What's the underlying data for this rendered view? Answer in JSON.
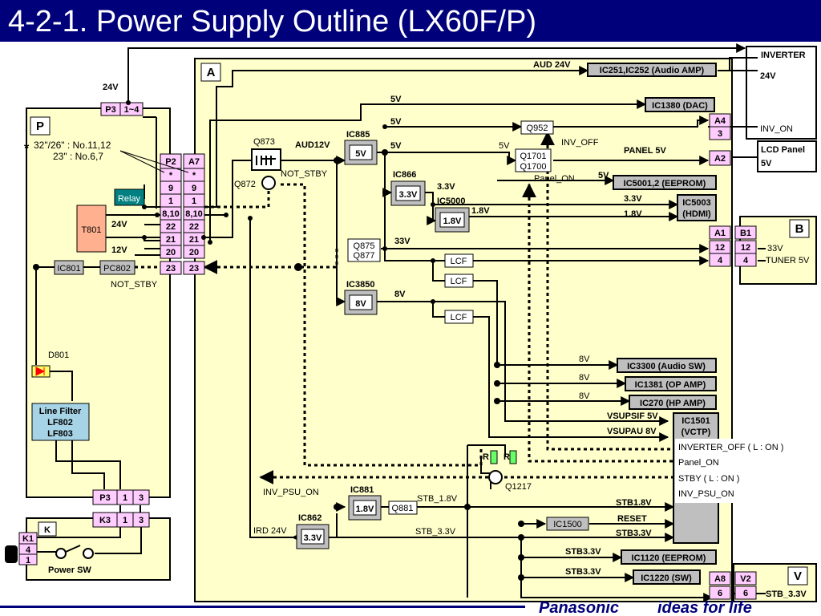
{
  "title": "4-2-1. Power Supply Outline (LX60F/P)",
  "colors": {
    "title_bg": "#00007a",
    "board_bg": "#ffffcc",
    "pin_pink": "#ffccff",
    "ic_gray": "#bfbfbf",
    "relay_teal": "#008080",
    "t801_salmon": "#ffb18f",
    "line_filter_blue": "#a6d4e6",
    "d801_yellow": "#ffff66"
  },
  "boards": {
    "A": "A",
    "P": "P",
    "B": "B",
    "V": "V",
    "K": "K"
  },
  "inverter": {
    "title": "INVERTER",
    "v24": "24V",
    "inv_on": "INV_ON"
  },
  "lcd_panel": {
    "title": "LCD Panel",
    "v5": "5V"
  },
  "p_board": {
    "v24_top": "24V",
    "p3_top": "P3",
    "p3_top_pins": "1~4",
    "note_star": "*",
    "note_line1": "32\"/26\" : No.11,12",
    "note_line2": "23\" : No.6,7",
    "relay": "Relay",
    "t801": "T801",
    "out_24v": "24V",
    "out_12v": "12V",
    "ic801": "IC801",
    "pc802": "PC802",
    "not_stby": "NOT_STBY",
    "d801": "D801",
    "line_filter": [
      "Line Filter",
      "LF802",
      "LF803"
    ],
    "p3_bottom": "P3",
    "p3_bottom_pins": [
      "1",
      "3"
    ]
  },
  "connectors": {
    "p2": {
      "name": "P2",
      "pins": [
        "*",
        "9",
        "1",
        "8,10",
        "22",
        "21",
        "20",
        "23"
      ]
    },
    "a7": {
      "name": "A7",
      "pins": [
        "*",
        "9",
        "1",
        "8,10",
        "22",
        "21",
        "20",
        "23"
      ]
    },
    "a4": {
      "name": "A4",
      "pins": [
        "3"
      ]
    },
    "a2": {
      "name": "A2"
    },
    "a1": {
      "name": "A1",
      "pins": [
        "12",
        "4"
      ]
    },
    "b1": {
      "name": "B1",
      "pins": [
        "12",
        "4"
      ]
    },
    "a8": {
      "name": "A8",
      "pins": [
        "6"
      ]
    },
    "v2": {
      "name": "V2",
      "pins": [
        "6"
      ]
    },
    "k3": {
      "name": "K3",
      "pins": [
        "1",
        "3"
      ]
    },
    "k1": {
      "name": "K1",
      "pins": [
        "4",
        "1"
      ]
    }
  },
  "a_board": {
    "aud24v": "AUD 24V",
    "ic251": "IC251,IC252 (Audio AMP)",
    "v5_dac": "5V",
    "ic1380": "IC1380 (DAC)",
    "q873": "Q873",
    "q872": "Q872",
    "aud12v": "AUD12V",
    "not_stby": "NOT_STBY",
    "ic885": "IC885",
    "ic885_out": "5V",
    "v5_a": "5V",
    "v5_b": "5V",
    "q952": "Q952",
    "v5_c": "5V",
    "inv_off": "INV_OFF",
    "q1701": "Q1701",
    "q1700": "Q1700",
    "panel_on": "Panel_ON",
    "panel_5v": "PANEL 5V",
    "ic866": "IC866",
    "ic866_out": "3.3V",
    "v33_a": "3.3V",
    "v5_eeprom": "5V",
    "ic5001": "IC5001,2 (EEPROM)",
    "ic5000": "IC5000",
    "ic5000_out": "1.8V",
    "v18_a": "1.8V",
    "v33_b": "3.3V",
    "v18_b": "1.8V",
    "ic5003": [
      "IC5003",
      "(HDMI)"
    ],
    "q875": "Q875",
    "q877": "Q877",
    "v33_tuner": "33V",
    "lcf1": "LCF",
    "lcf2": "LCF",
    "lcf3": "LCF",
    "ic3850": "IC3850",
    "ic3850_out": "8V",
    "v8": "8V",
    "v8_a": "8V",
    "ic3300": "IC3300 (Audio SW)",
    "v8_b": "8V",
    "ic1381": "IC1381 (OP AMP)",
    "v8_c": "8V",
    "ic270": "IC270 (HP AMP)",
    "vsupsif": "VSUPSIF 5V",
    "vsupau": "VSUPAU 8V",
    "ic1501": [
      "IC1501",
      "(VCTP)"
    ],
    "ic1501_sigs": [
      "INVERTER_OFF ( L : ON )",
      "Panel_ON",
      "STBY ( L : ON )",
      "INV_PSU_ON"
    ],
    "r1": "R",
    "r2": "R",
    "q1217": "Q1217",
    "inv_psu_on": "INV_PSU_ON",
    "ic881": "IC881",
    "ic881_out": "1.8V",
    "q881": "Q881",
    "stb18_label": "STB_1.8V",
    "stb18v": "STB1.8V",
    "ic862": "IC862",
    "ic862_out": "3.3V",
    "ird24v": "IRD 24V",
    "stb33_label": "STB_3.3V",
    "reset": "RESET",
    "ic1500": "IC1500",
    "stb33v": "STB3.3V",
    "stb33_a": "STB3.3V",
    "ic1120": "IC1120 (EEPROM)",
    "stb33_b": "STB3.3V",
    "ic1220": "IC1220 (SW)"
  },
  "b_board": {
    "v33": "33V",
    "tuner": "TUNER 5V"
  },
  "v_board": {
    "stb33": "STB_3.3V"
  },
  "k_board": {
    "power_sw": "Power SW"
  },
  "footer": {
    "brand": "Panasonic",
    "slogan": "ideas for life"
  }
}
